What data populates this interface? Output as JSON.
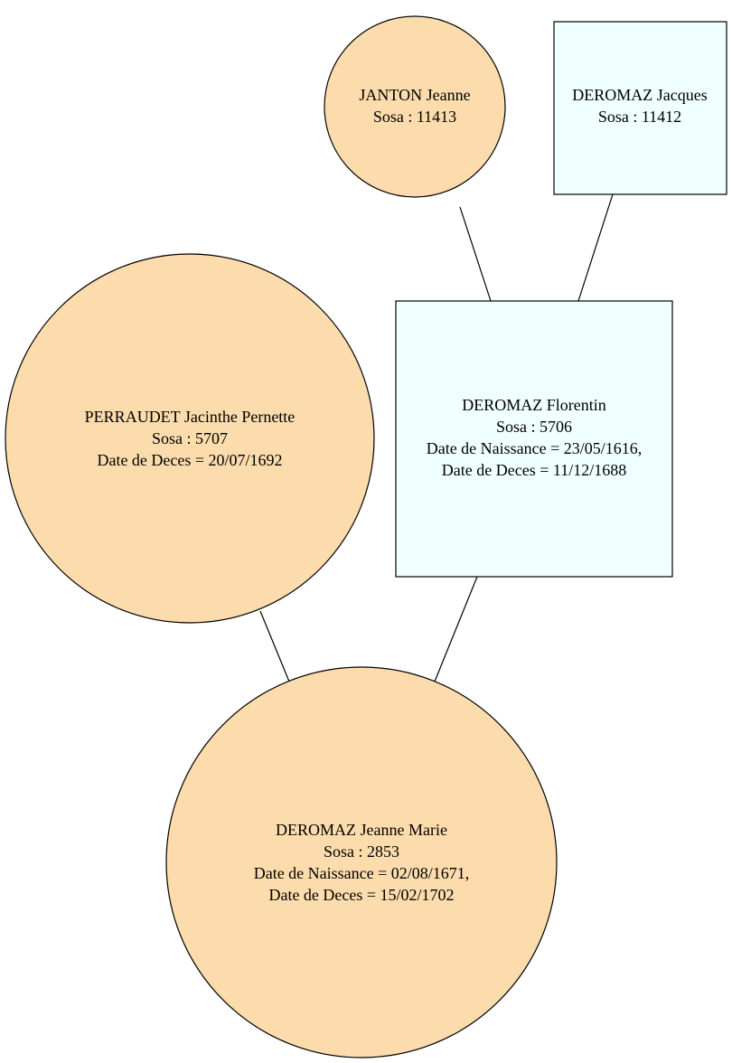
{
  "colors": {
    "female_fill": "#fcdcac",
    "male_fill": "#f0ffff",
    "stroke": "#000000"
  },
  "people": {
    "janton_jeanne": {
      "shape": "circle",
      "sex": "female",
      "name": "JANTON Jeanne",
      "sosa": "Sosa : 11413"
    },
    "deromaz_jacques": {
      "shape": "box",
      "sex": "male",
      "name": "DEROMAZ Jacques",
      "sosa": "Sosa : 11412"
    },
    "perraudet_jacinthe": {
      "shape": "circle",
      "sex": "female",
      "name": "PERRAUDET Jacinthe Pernette",
      "sosa": "Sosa : 5707",
      "death": "Date de Deces = 20/07/1692"
    },
    "deromaz_florentin": {
      "shape": "box",
      "sex": "male",
      "name": "DEROMAZ Florentin",
      "sosa": "Sosa : 5706",
      "birth": "Date de Naissance = 23/05/1616,",
      "death": "Date de Deces = 11/12/1688"
    },
    "deromaz_jeanne_marie": {
      "shape": "circle",
      "sex": "female",
      "name": "DEROMAZ Jeanne Marie",
      "sosa": "Sosa : 2853",
      "birth": "Date de Naissance = 02/08/1671,",
      "death": "Date de Deces = 15/02/1702"
    }
  },
  "links": [
    {
      "parent": "janton_jeanne",
      "child": "deromaz_florentin"
    },
    {
      "parent": "deromaz_jacques",
      "child": "deromaz_florentin"
    },
    {
      "parent": "perraudet_jacinthe",
      "child": "deromaz_jeanne_marie"
    },
    {
      "parent": "deromaz_florentin",
      "child": "deromaz_jeanne_marie"
    }
  ]
}
